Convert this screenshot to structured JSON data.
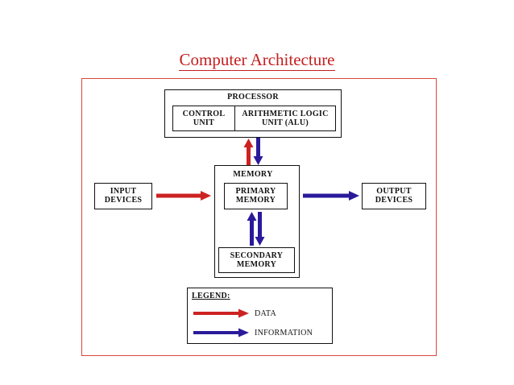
{
  "title": "Computer Architecture",
  "processor": {
    "label": "PROCESSOR",
    "control_unit": "CONTROL UNIT",
    "alu": "ARITHMETIC LOGIC UNIT (ALU)"
  },
  "memory": {
    "label": "MEMORY",
    "primary": "PRIMARY MEMORY",
    "secondary": "SECONDARY MEMORY"
  },
  "input": "INPUT DEVICES",
  "output": "OUTPUT DEVICES",
  "legend": {
    "title": "LEGEND:",
    "items": [
      {
        "label": "DATA",
        "color": "#cc2222"
      },
      {
        "label": "INFORMATION",
        "color": "#2a1a9a"
      }
    ]
  },
  "colors": {
    "title": "#c41e1e",
    "frame": "#d9473a",
    "data_arrow": "#cc2222",
    "info_arrow": "#2a1a9a"
  }
}
